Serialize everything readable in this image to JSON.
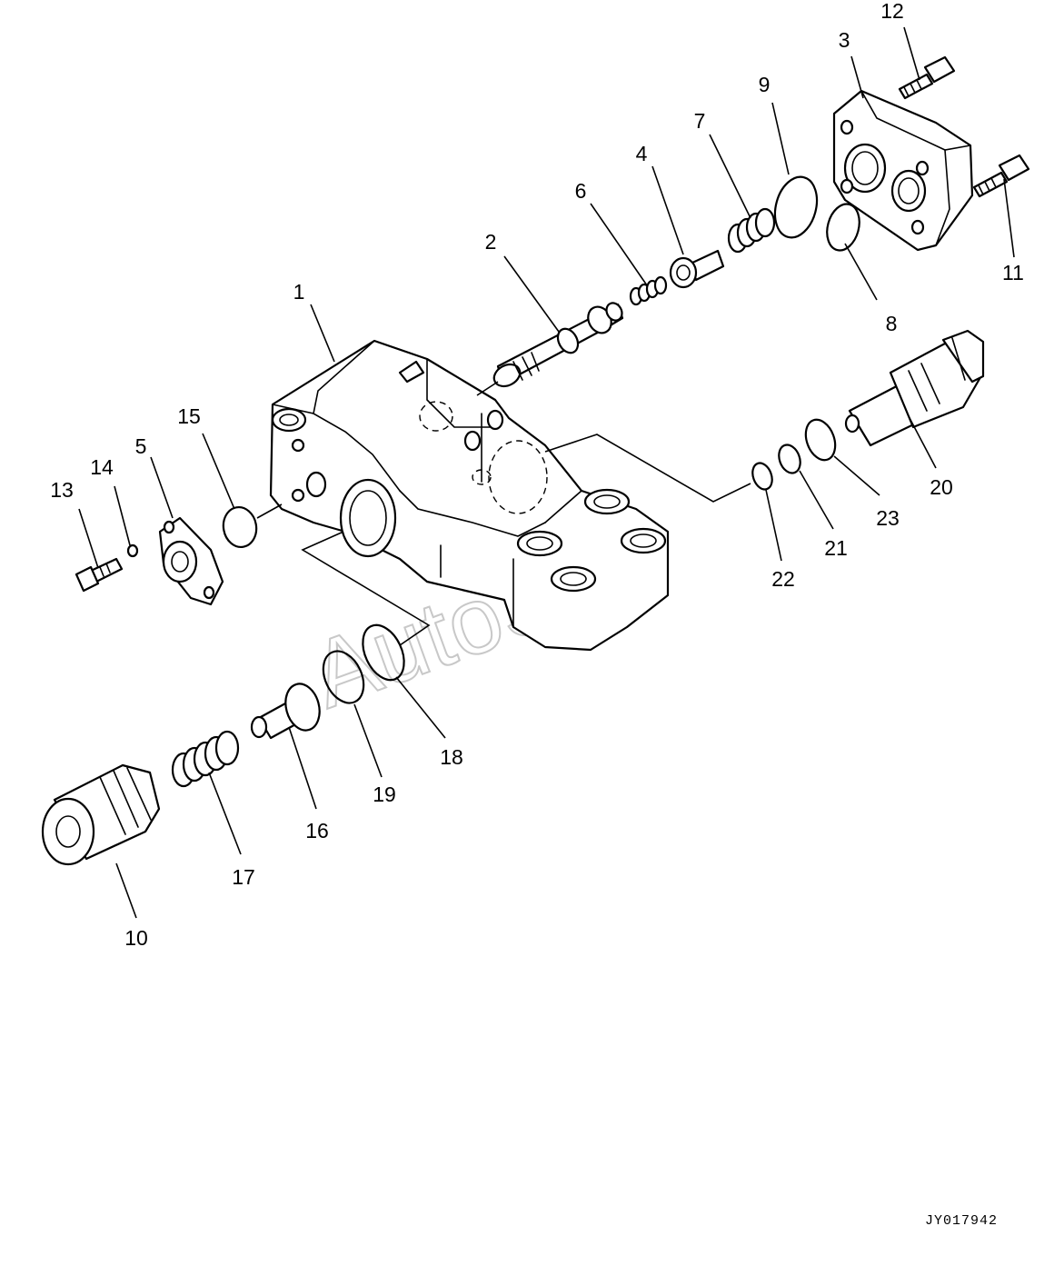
{
  "watermark": "AutoSoft",
  "drawing_code": "JY017942",
  "callouts": {
    "c1": "1",
    "c2": "2",
    "c3": "3",
    "c4": "4",
    "c5": "5",
    "c6": "6",
    "c7": "7",
    "c8": "8",
    "c9": "9",
    "c10": "10",
    "c11": "11",
    "c12": "12",
    "c13": "13",
    "c14": "14",
    "c15": "15",
    "c16": "16",
    "c17": "17",
    "c18": "18",
    "c19": "19",
    "c20": "20",
    "c21": "21",
    "c22": "22",
    "c23": "23"
  }
}
